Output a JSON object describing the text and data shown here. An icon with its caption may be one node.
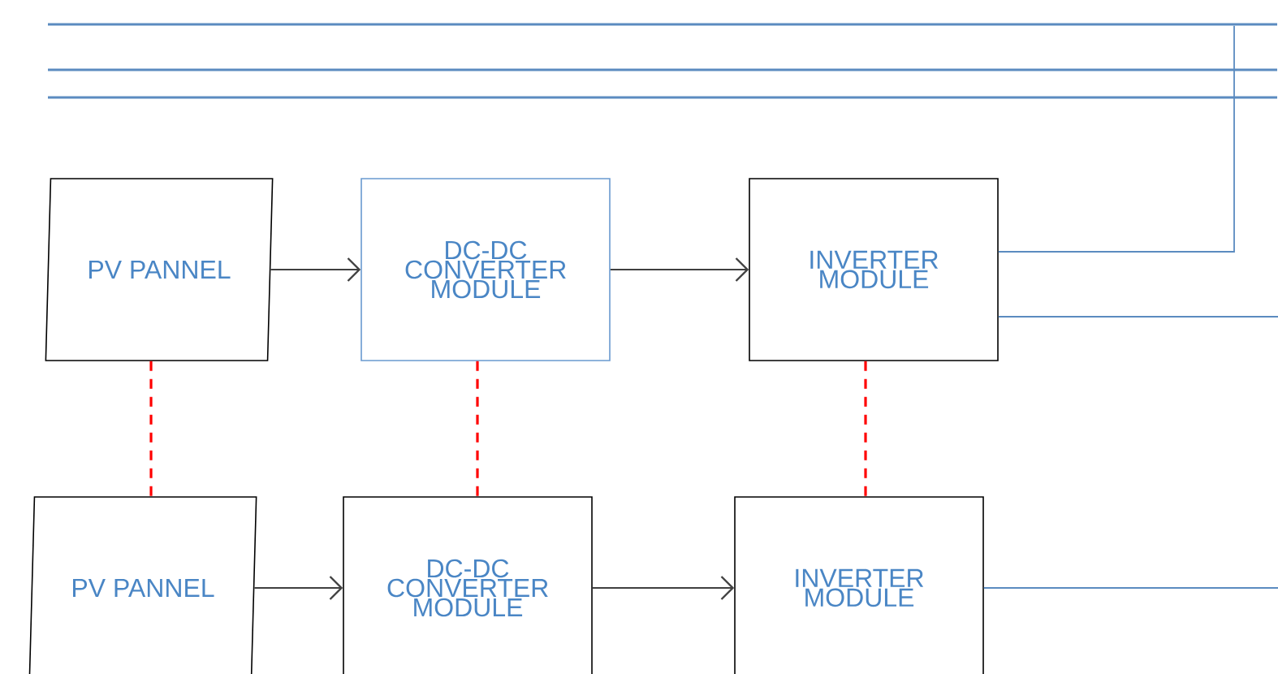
{
  "diagram": {
    "nodes": [
      {
        "text": [
          "PV PANNEL"
        ]
      },
      {
        "text": [
          "DC-DC CONVERTER MODULE"
        ]
      },
      {
        "text": [
          "INVERTER MODULE"
        ]
      },
      {
        "text": [
          "PV PANNEL"
        ]
      },
      {
        "text": [
          "DC-DC CONVERTER MODULE"
        ]
      },
      {
        "text": [
          "INVERTER MODULE"
        ]
      },
      {
        "text": [],
        "shape": "bar"
      },
      {
        "text": [],
        "shape": "bar"
      },
      {
        "text": [],
        "shape": "bar"
      }
    ],
    "edges": [
      {
        "from": 0,
        "to": 1,
        "arrow": "to"
      },
      {
        "from": 1,
        "to": 2,
        "arrow": "to"
      },
      {
        "from": 3,
        "to": 4,
        "arrow": "to"
      },
      {
        "from": 4,
        "to": 5,
        "arrow": "to"
      },
      {
        "from": 0,
        "to": 3,
        "arrow": "none",
        "style": "dashed",
        "color": "#ff0000"
      },
      {
        "from": 1,
        "to": 4,
        "arrow": "none",
        "style": "dashed",
        "color": "#ff0000"
      },
      {
        "from": 2,
        "to": 5,
        "arrow": "none",
        "style": "dashed",
        "color": "#ff0000"
      },
      {
        "from": 2,
        "to": 6,
        "arrow": "none",
        "color": "#5b8bc0"
      },
      {
        "from": 2,
        "to": null,
        "arrow": "none",
        "color": "#5b8bc0"
      },
      {
        "from": 5,
        "to": null,
        "arrow": "none",
        "color": "#5b8bc0"
      }
    ]
  }
}
